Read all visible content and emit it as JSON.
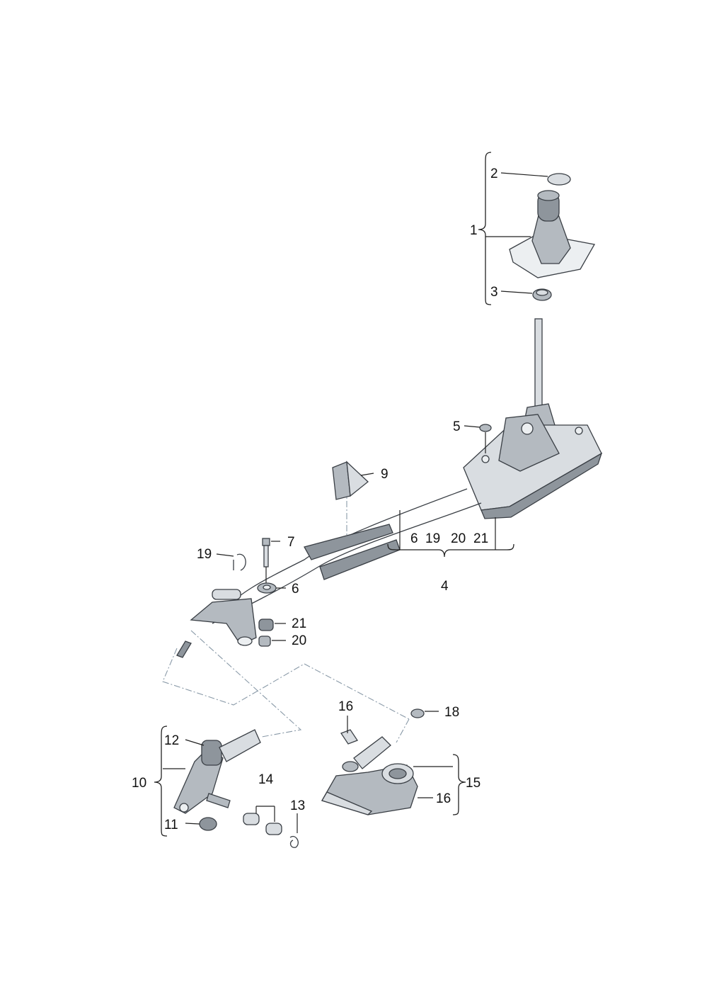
{
  "callouts": {
    "c1": "1",
    "c2": "2",
    "c3": "3",
    "c4": "4",
    "c5": "5",
    "c6a": "6",
    "c6b": "6",
    "c7": "7",
    "c9": "9",
    "c10": "10",
    "c11": "11",
    "c12": "12",
    "c13": "13",
    "c14": "14",
    "c15": "15",
    "c16a": "16",
    "c16b": "16",
    "c18": "18",
    "c19a": "19",
    "c19b": "19",
    "c20a": "20",
    "c20b": "20",
    "c21a": "21",
    "c21b": "21"
  },
  "colors": {
    "part_dark": "#8e959c",
    "part_mid": "#b4bac0",
    "part_light": "#d9dde1",
    "line": "#222222",
    "dashed_line": "#8a9aa8"
  }
}
